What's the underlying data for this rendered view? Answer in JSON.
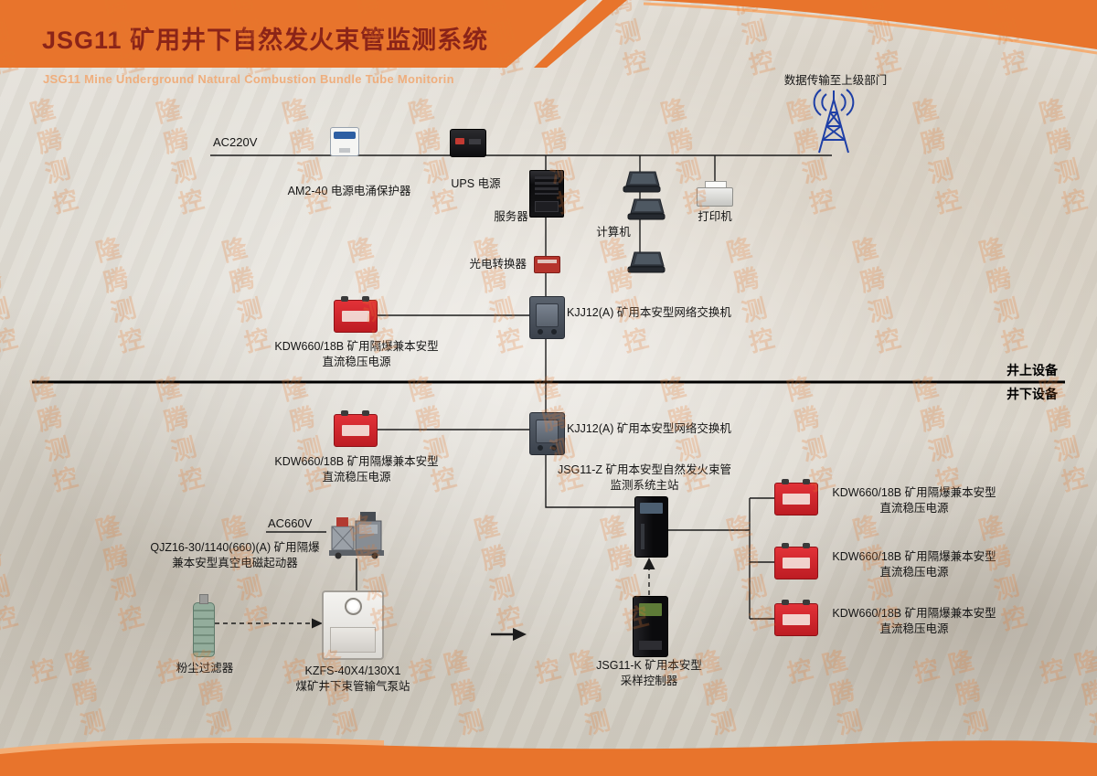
{
  "header": {
    "title": "JSG11 矿用井下自然发火束管监测系统",
    "subtitle": "JSG11 Mine Underground Natural Combustion Bundle Tube Monitorin"
  },
  "watermark": {
    "text": "隆腾测控"
  },
  "zones": {
    "surface": "井上设备",
    "underground": "井下设备"
  },
  "labels": {
    "data_link": "数据传输至上级部门",
    "ac220v": "AC220V",
    "surge": "AM2-40 电源电涌保护器",
    "ups": "UPS 电源",
    "server": "服务器",
    "computer": "计算机",
    "printer": "打印机",
    "optical": "光电转换器",
    "kjj12_surface": "KJJ12(A) 矿用本安型网络交换机",
    "kjj12_underground": "KJJ12(A) 矿用本安型网络交换机",
    "kdw_line1": "KDW660/18B 矿用隔爆兼本安型",
    "kdw_line2": "直流稳压电源",
    "jsg11z_line1": "JSG11-Z 矿用本安型自然发火束管",
    "jsg11z_line2": "监测系统主站",
    "ac660v": "AC660V",
    "qjz_line1": "QJZ16-30/1140(660)(A) 矿用隔爆",
    "qjz_line2": "兼本安型真空电磁起动器",
    "dust_filter": "粉尘过滤器",
    "pump_line1": "KZFS-40X4/130X1",
    "pump_line2": "煤矿井下束管输气泵站",
    "jsg11k_line1": "JSG11-K 矿用本安型",
    "jsg11k_line2": "采样控制器"
  },
  "colors": {
    "accent_orange": "#E8742C",
    "accent_orange_light": "#F3AE76",
    "title_red": "#8B2418",
    "device_red": "#D8252B",
    "antenna_blue": "#1E3FA6",
    "line_black": "#1C1C1C"
  }
}
